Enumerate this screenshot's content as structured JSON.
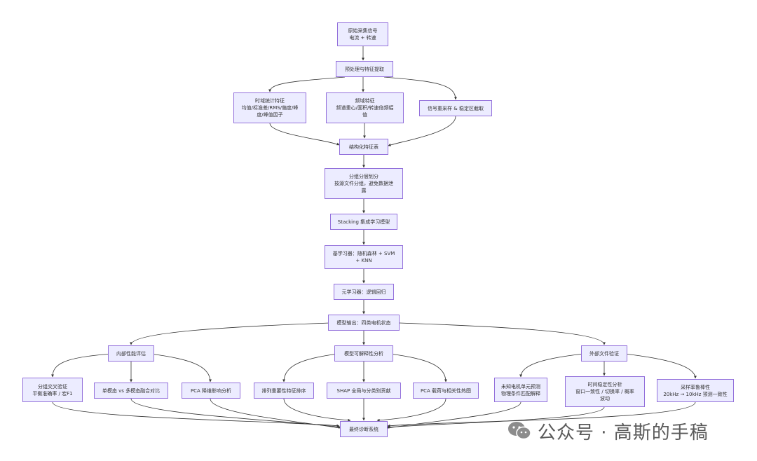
{
  "nodes": {
    "raw": {
      "lines": [
        "原始采集信号",
        "电流 + 转速"
      ]
    },
    "pre": {
      "lines": [
        "预处理与特征提取"
      ]
    },
    "time": {
      "lines": [
        "时域统计特征",
        "均值/标准差/RMS/偏度/峰",
        "度/峰值因子"
      ]
    },
    "freq": {
      "lines": [
        "频域特征",
        "频谱重心/面积/转速倍频幅",
        "值"
      ]
    },
    "resample": {
      "lines": [
        "信号重采样 & 稳定区截取"
      ]
    },
    "table": {
      "lines": [
        "结构化特征表"
      ]
    },
    "split": {
      "lines": [
        "分组分层划分",
        "按源文件分组，避免数据泄",
        "露"
      ]
    },
    "stack": {
      "lines": [
        "Stacking 集成学习模型"
      ]
    },
    "base": {
      "lines": [
        "基学习器：随机森林 + SVM",
        "+ KNN"
      ]
    },
    "meta": {
      "lines": [
        "元学习器：逻辑回归"
      ]
    },
    "out": {
      "lines": [
        "模型输出：四类电机状态"
      ]
    },
    "internal": {
      "lines": [
        "内部性能评估"
      ]
    },
    "interp": {
      "lines": [
        "模型可解释性分析"
      ]
    },
    "external": {
      "lines": [
        "外部文件验证"
      ]
    },
    "cv": {
      "lines": [
        "分组交叉验证",
        "平衡准确率 / 宏F1"
      ]
    },
    "modal": {
      "lines": [
        "单模态 vs 多模态融合对比"
      ]
    },
    "pca1": {
      "lines": [
        "PCA 降维影响分析"
      ]
    },
    "perm": {
      "lines": [
        "排列重要性特征排序"
      ]
    },
    "shap": {
      "lines": [
        "SHAP 全局与分类别贡献"
      ]
    },
    "pca2": {
      "lines": [
        "PCA 载荷与相关性热图"
      ]
    },
    "unk": {
      "lines": [
        "未知电机单元预测",
        "物理条件匹配解释"
      ]
    },
    "tstab": {
      "lines": [
        "时间稳定性分析",
        "窗口一致性 / 切换率 / 概率",
        "波动"
      ]
    },
    "rate": {
      "lines": [
        "采样率鲁棒性",
        "20kHz → 10kHz 预测一致性"
      ]
    },
    "final": {
      "lines": [
        "最终诊断系统"
      ]
    }
  },
  "watermark": {
    "text": "公众号 · 高斯的手稿",
    "icon": "wechat-icon"
  },
  "colors": {
    "node_fill": "#ececff",
    "node_border": "#9370db",
    "edge": "#333333",
    "text": "#333333"
  }
}
